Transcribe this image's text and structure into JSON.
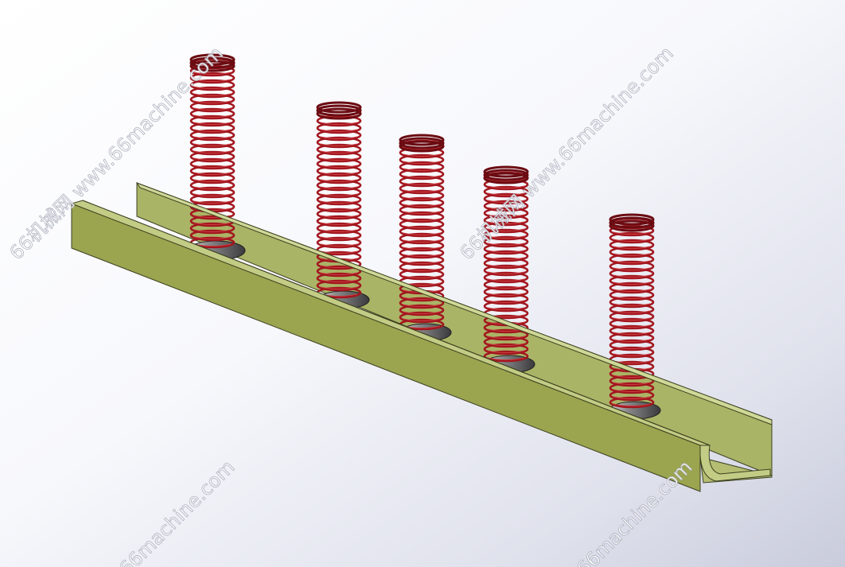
{
  "watermarks": [
    "66机械网 www.66machine.com",
    "66机械网 www.66machine.com",
    "66machine.com",
    "66machine.com"
  ],
  "colors": {
    "background_light": "#ffffff",
    "background_dark": "#c9ccdc",
    "rail_front": "#9ba44f",
    "rail_top": "#c3cc85",
    "rail_back": "#aab466",
    "spring": "#a2171f",
    "spring_light": "#c93a3e",
    "washer": "#58585a"
  }
}
